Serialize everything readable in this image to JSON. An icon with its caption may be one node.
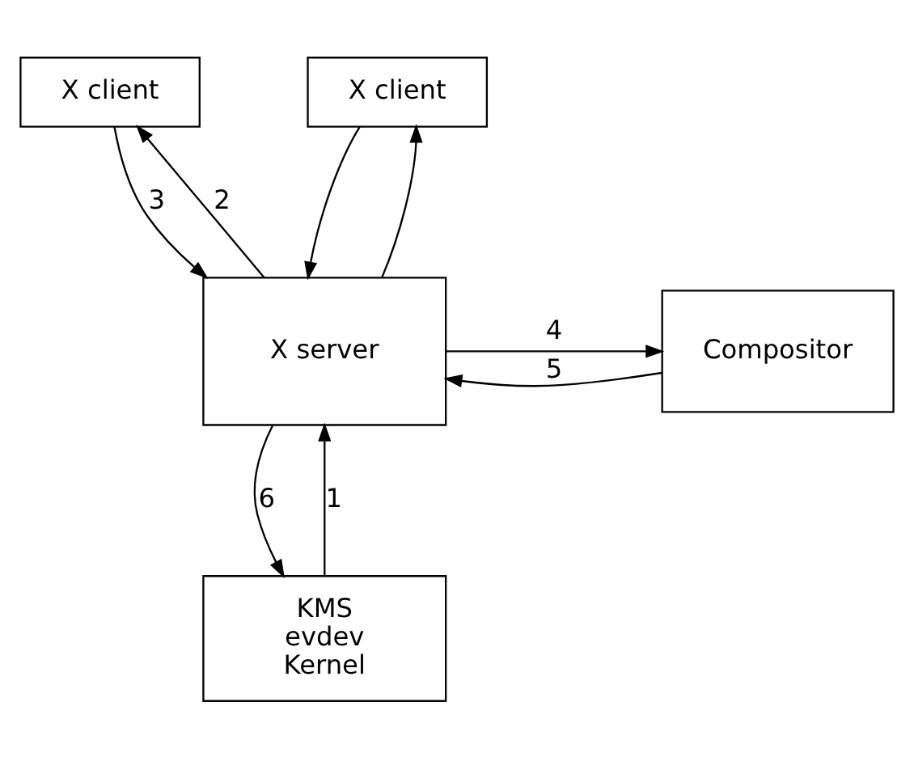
{
  "diagram": {
    "nodes": [
      {
        "text": [
          "X client"
        ]
      },
      {
        "text": [
          "X client"
        ]
      },
      {
        "text": [
          "X server"
        ]
      },
      {
        "text": [
          "Compositor"
        ]
      },
      {
        "text": [
          "KMS",
          "evdev",
          "Kernel"
        ]
      }
    ],
    "edges": [
      {
        "from": 2,
        "to": 0,
        "arrow": "to",
        "label": "2"
      },
      {
        "from": 0,
        "to": 2,
        "arrow": "to",
        "label": "3"
      },
      {
        "from": 2,
        "to": 1,
        "arrow": "to"
      },
      {
        "from": 1,
        "to": 2,
        "arrow": "to"
      },
      {
        "from": 2,
        "to": 3,
        "arrow": "to",
        "label": "4"
      },
      {
        "from": 3,
        "to": 2,
        "arrow": "to",
        "label": "5"
      },
      {
        "from": 2,
        "to": 4,
        "arrow": "to",
        "label": "6"
      },
      {
        "from": 4,
        "to": 2,
        "arrow": "to",
        "label": "1"
      }
    ]
  }
}
